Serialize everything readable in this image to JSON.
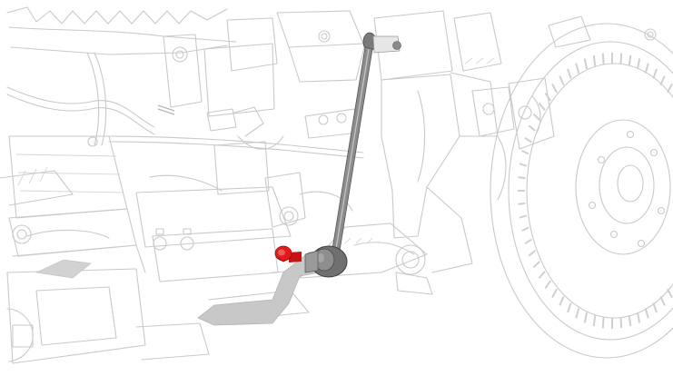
{
  "figure": {
    "subject": "front-suspension-stabilizer-link",
    "labels": [],
    "colors": {
      "background": "#ffffff",
      "line_art": "#c9c9c9",
      "highlight_part": "#c8c8c8",
      "link_rod": "#777777",
      "link_bushing": "#6e6e6e",
      "fastener": "#e01b1b"
    },
    "icons": [
      "stabilizer-link",
      "stabilizer-bar",
      "fastener-nut",
      "brake-rotor",
      "wheel-hub"
    ]
  }
}
